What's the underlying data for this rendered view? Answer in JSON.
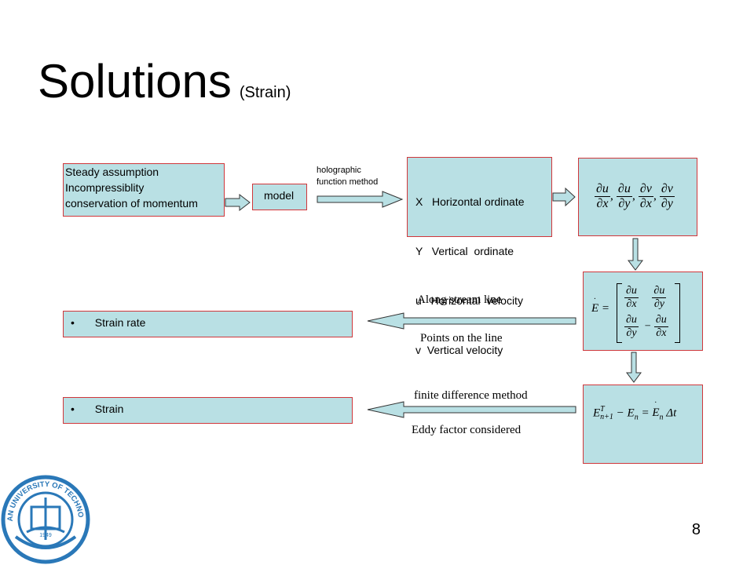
{
  "title": "Solutions",
  "subtitle": "(Strain)",
  "assumptions_box": {
    "lines": [
      "Steady assumption",
      "Incompressiblity",
      "conservation of momentum"
    ]
  },
  "model_box": {
    "label": "model"
  },
  "arrow1_label": {
    "line1": "holographic",
    "line2": "function method"
  },
  "variables_box": {
    "lines": [
      "X   Horizontal ordinate",
      "Y   Vertical  ordinate",
      "u   Horizontal  velocity",
      "v  Vertical velocity"
    ]
  },
  "derivatives": {
    "vars": [
      "u",
      "u",
      "v",
      "v"
    ],
    "dirs": [
      "x",
      "y",
      "x",
      "y"
    ],
    "comma": ","
  },
  "matrix": {
    "lhs": "E =",
    "minus": "−"
  },
  "recursion": {
    "formula": "E^T_{n+1} − E_n = E_n Δt"
  },
  "strain_rate_box": {
    "bullet": "•",
    "label": "Strain rate"
  },
  "strain_box": {
    "bullet": "•",
    "label": "Strain"
  },
  "arrow_rate_labels": {
    "top": "Along stream line",
    "bottom": "Points on the line"
  },
  "arrow_strain_labels": {
    "top": "finite difference method",
    "bottom": "Eddy factor considered"
  },
  "page_number": "8",
  "logo": {
    "text": "DALIAN UNIVERSITY OF TECHNOLOGY",
    "year": "1949"
  },
  "colors": {
    "box_fill": "#b9e0e4",
    "box_border": "#d0373b",
    "arrow_fill": "#b9e0e4",
    "arrow_stroke": "#333333",
    "logo_blue": "#2a78b8"
  }
}
